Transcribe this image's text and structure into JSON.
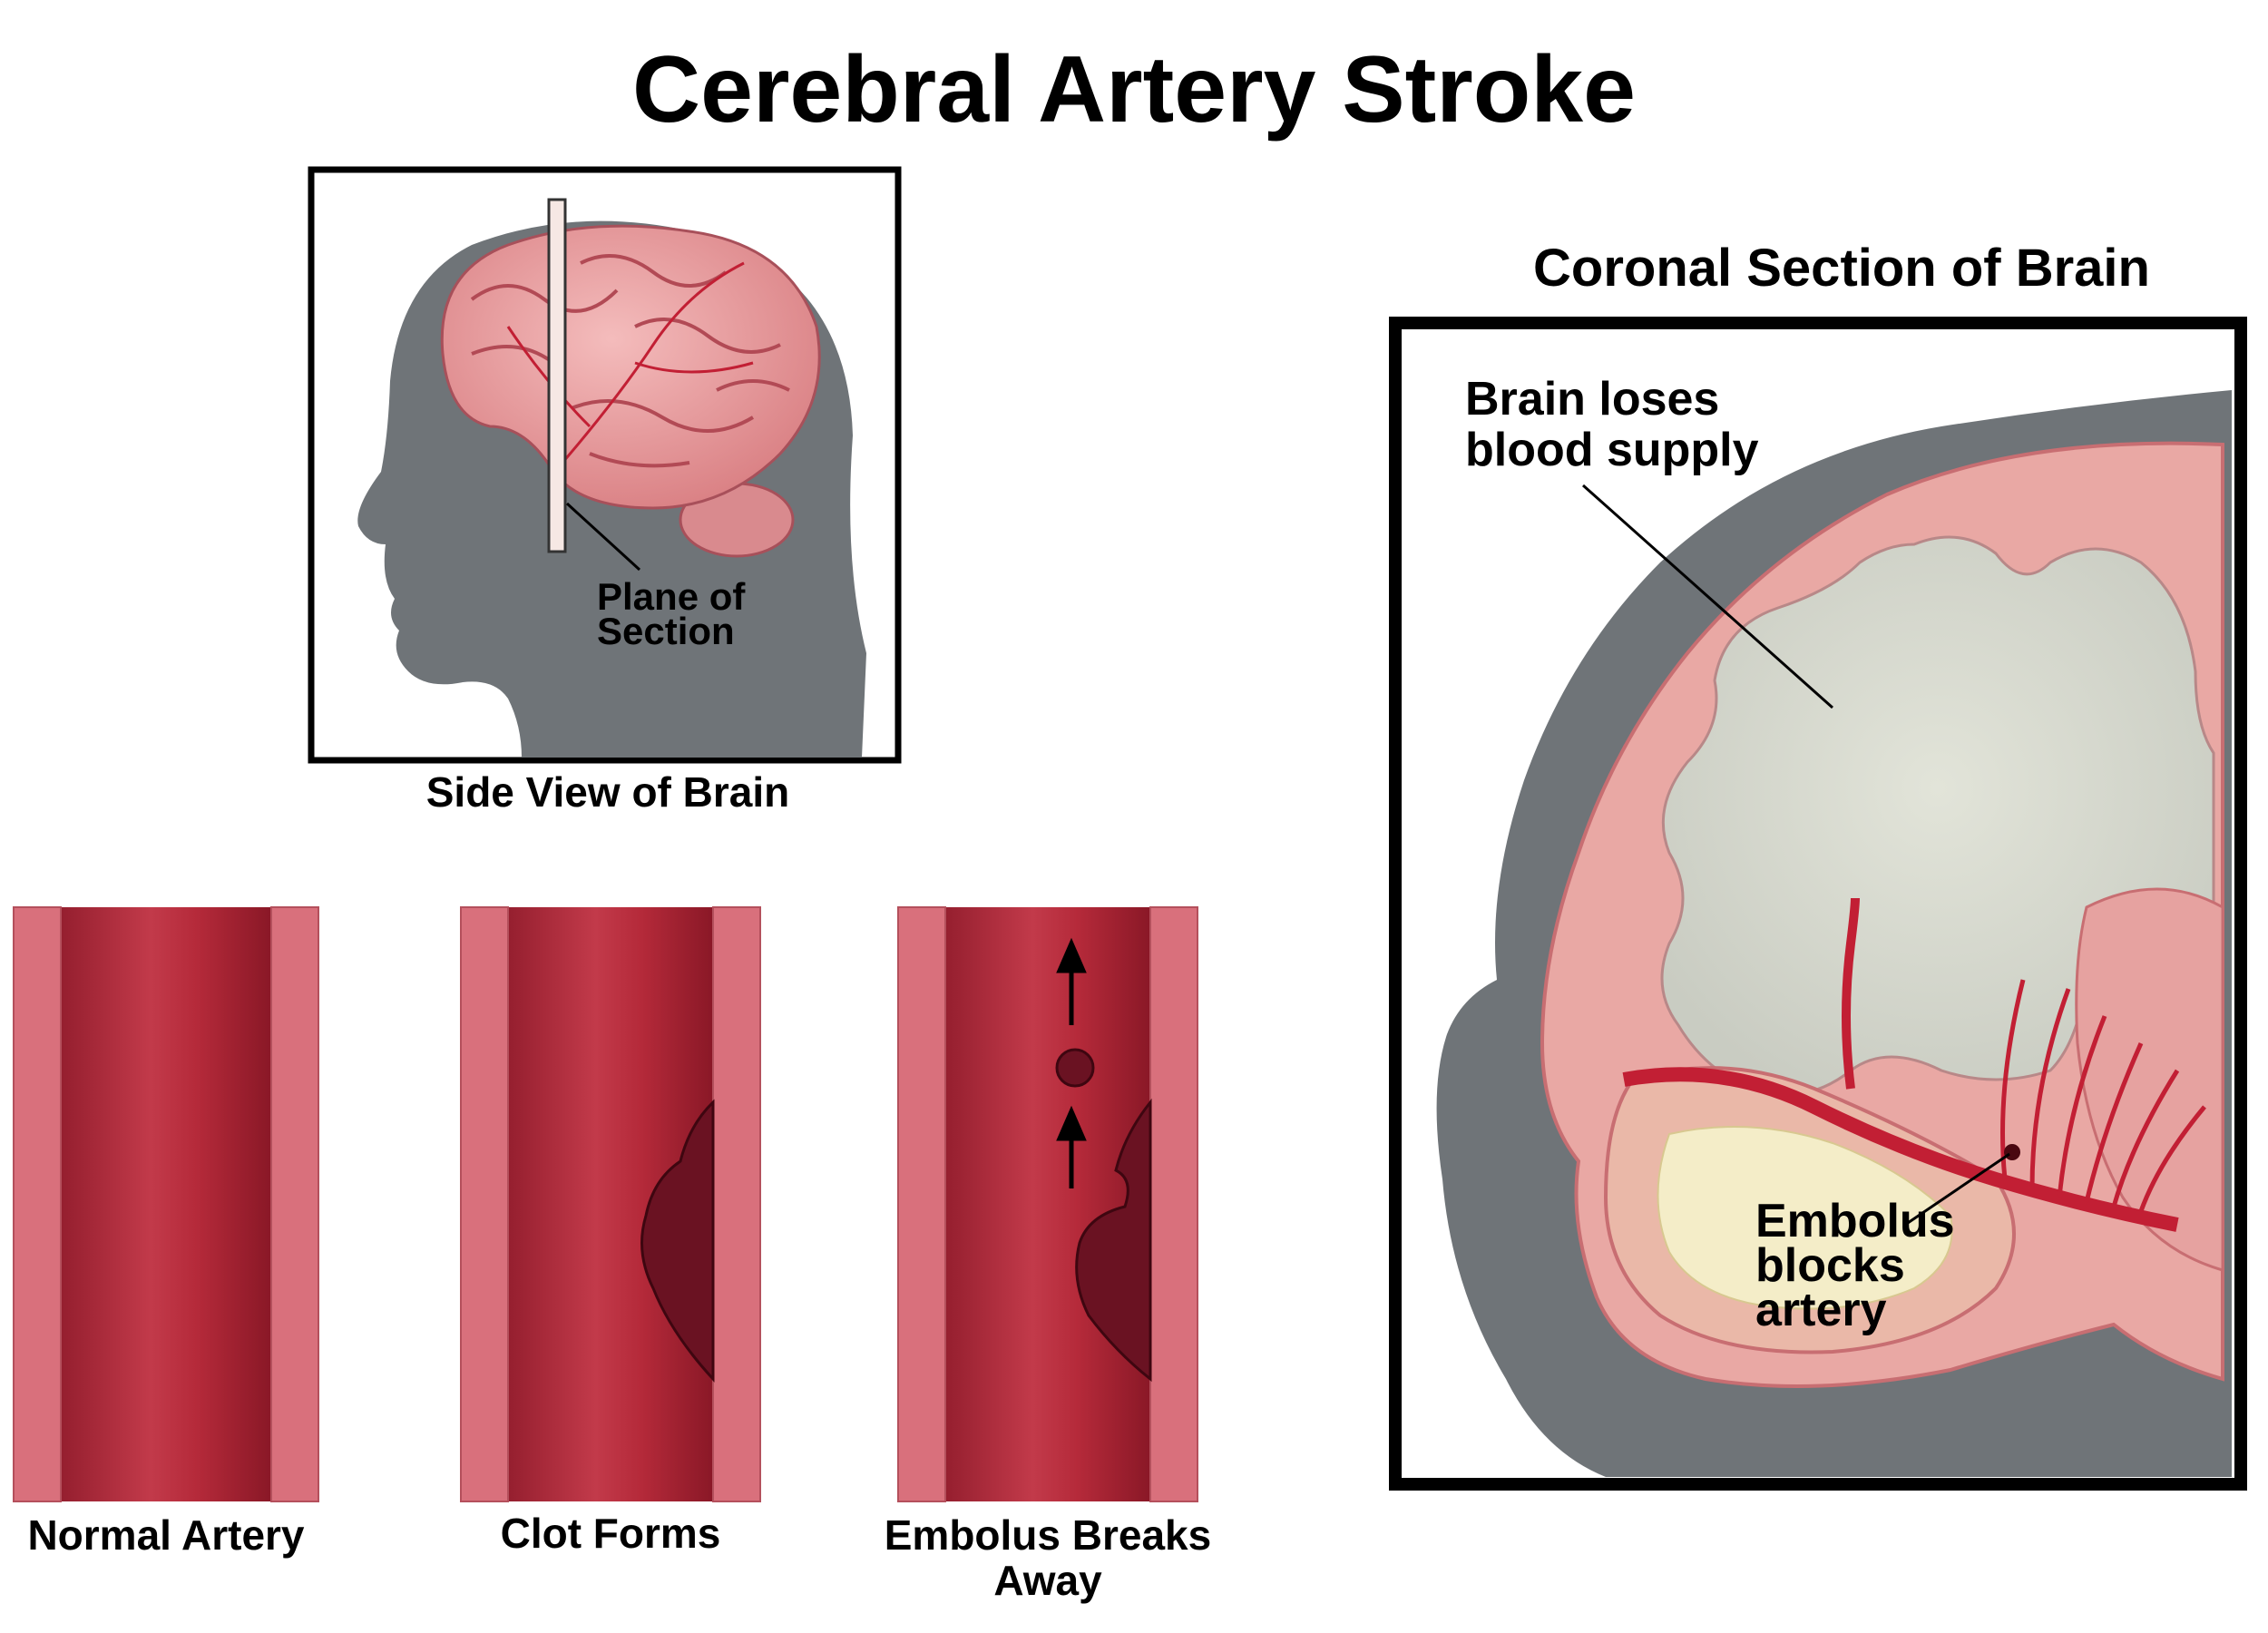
{
  "title": "Cerebral Artery Stroke",
  "side_view": {
    "caption": "Side View of Brain",
    "plane_label_line1": "Plane of",
    "plane_label_line2": "Section"
  },
  "coronal": {
    "heading": "Coronal Section of Brain",
    "blood_label_line1": "Brain loses",
    "blood_label_line2": "blood supply",
    "embolus_label_line1": "Embolus",
    "embolus_label_line2": "blocks",
    "embolus_label_line3": "artery"
  },
  "arteries": [
    {
      "caption": "Normal Artery"
    },
    {
      "caption": "Clot Forms"
    },
    {
      "caption_line1": "Embolus Breaks",
      "caption_line2": "Away"
    }
  ],
  "colors": {
    "head_gray": "#6f7478",
    "artery_dark": "#7d1020",
    "artery_mid": "#b52a3a",
    "artery_wall": "#d9707c",
    "brain_pink": "#e8a0a0",
    "white_matter": "#d8dad2",
    "frame": "#000000"
  }
}
